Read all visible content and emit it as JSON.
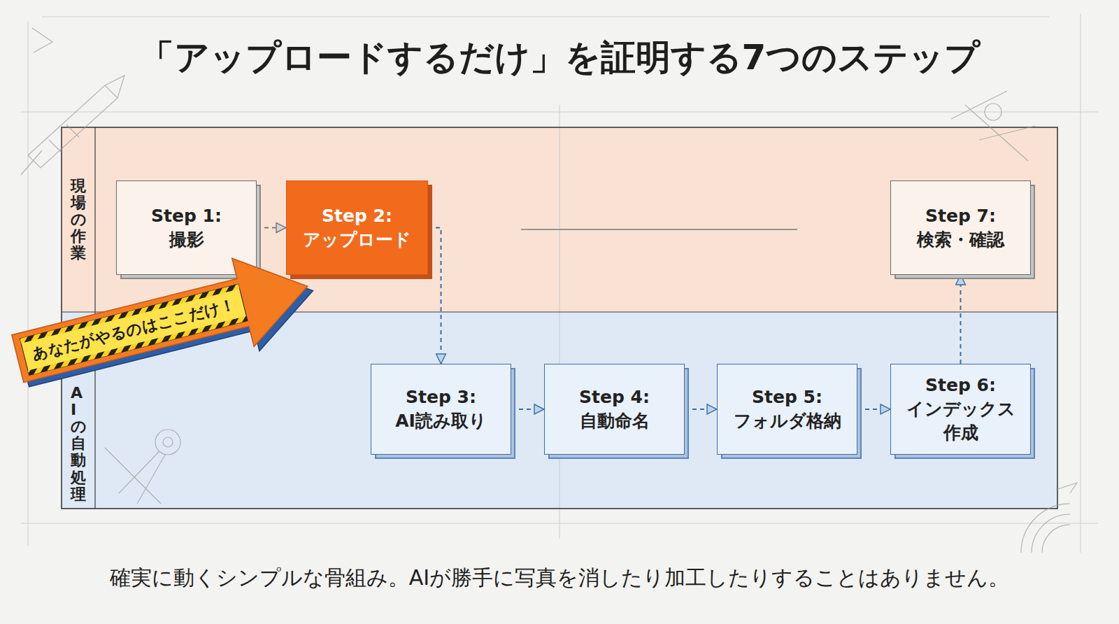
{
  "diagram": {
    "title": "「アップロードするだけ」を証明する7つのステップ",
    "caption": "確実に動くシンプルな骨組み。AIが勝手に写真を消したり加工したりすることはありません。",
    "nodes": [
      {
        "text": [
          "現場の作業"
        ]
      },
      {
        "text": [
          "Step 1:",
          "撮影"
        ],
        "in": 0
      },
      {
        "text": [
          "Step 2:",
          "アップロード"
        ],
        "in": 0
      },
      {
        "text": [
          "Step 7:",
          "検索・確認"
        ],
        "in": 0
      },
      {
        "text": [
          "AIの自動処理"
        ]
      },
      {
        "text": [
          "Step 3:",
          "AI読み取り"
        ],
        "in": 4
      },
      {
        "text": [
          "Step 4:",
          "自動命名"
        ],
        "in": 4
      },
      {
        "text": [
          "Step 5:",
          "フォルダ格納"
        ],
        "in": 4
      },
      {
        "text": [
          "Step 6:",
          "インデックス 作成"
        ],
        "in": 4
      },
      {
        "text": [
          "あなたがやるのはここだけ！"
        ]
      }
    ],
    "edges": [
      {
        "from": 1,
        "to": 2,
        "arrow": "to"
      },
      {
        "from": 2,
        "to": 5,
        "arrow": "to"
      },
      {
        "from": 5,
        "to": 6,
        "arrow": "to"
      },
      {
        "from": 6,
        "to": 7,
        "arrow": "to"
      },
      {
        "from": 7,
        "to": 8,
        "arrow": "to"
      },
      {
        "from": 8,
        "to": 3,
        "arrow": "to"
      }
    ]
  }
}
